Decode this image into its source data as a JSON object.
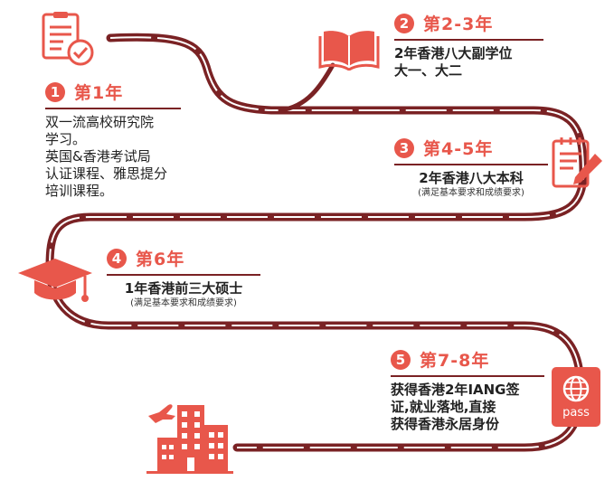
{
  "colors": {
    "accent": "#e8574b",
    "road": "#7a2224",
    "road_dash": "#ffffff"
  },
  "steps": [
    {
      "num": "1",
      "title": "第1年",
      "lines": "双一流高校研究院\n学习。\n英国&香港考试局\n认证课程、雅思提分\n培训课程。",
      "icon": "checklist-document-icon"
    },
    {
      "num": "2",
      "title": "第2-3年",
      "lines": "2年香港八大副学位\n大一、大二",
      "icon": "open-book-icon"
    },
    {
      "num": "3",
      "title": "第4-5年",
      "lines": "2年香港八大本科",
      "note": "(满足基本要求和成绩要求)",
      "icon": "document-pencil-icon"
    },
    {
      "num": "4",
      "title": "第6年",
      "lines": "1年香港前三大硕士",
      "note": "(满足基本要求和成绩要求)",
      "icon": "graduation-cap-icon"
    },
    {
      "num": "5",
      "title": "第7-8年",
      "lines": "获得香港2年IANG签\n证,就业落地,直接\n获得香港永居身份",
      "icon": "passport-icon",
      "passport_label": "pass"
    }
  ],
  "final_icon": "city-buildings-airplane-icon"
}
